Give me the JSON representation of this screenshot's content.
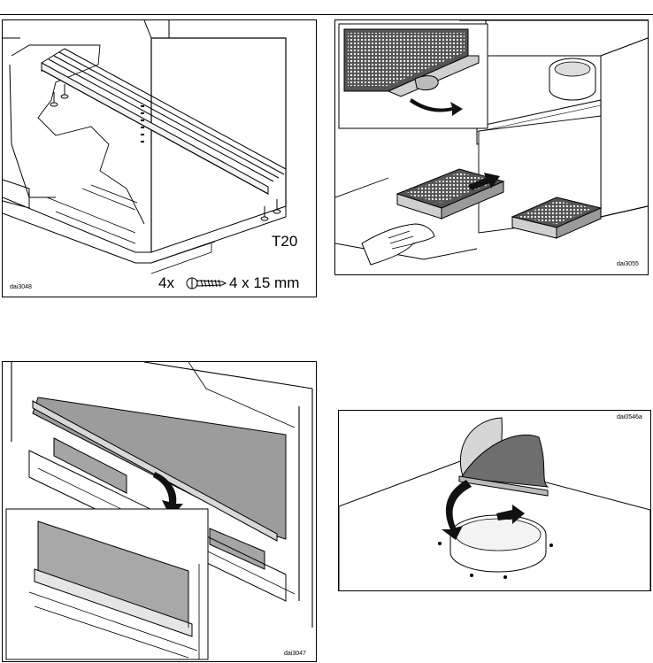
{
  "panels": {
    "fig_tl": {
      "ref": "dai3048",
      "tool": "T20",
      "qty": "4x",
      "screw_size": "4 x 15 mm"
    },
    "fig_tr": {
      "ref": "dai3055"
    },
    "fig_bl": {
      "ref": "dai3047"
    },
    "fig_br": {
      "ref": "dai0546a"
    }
  },
  "colors": {
    "line": "#000000",
    "panel_grey": "#b9b9b9",
    "dark": "#2a2a2a",
    "background": "#ffffff"
  },
  "icons": [
    "screw-icon",
    "arrow-icon",
    "hand-icon",
    "filter-icon"
  ]
}
